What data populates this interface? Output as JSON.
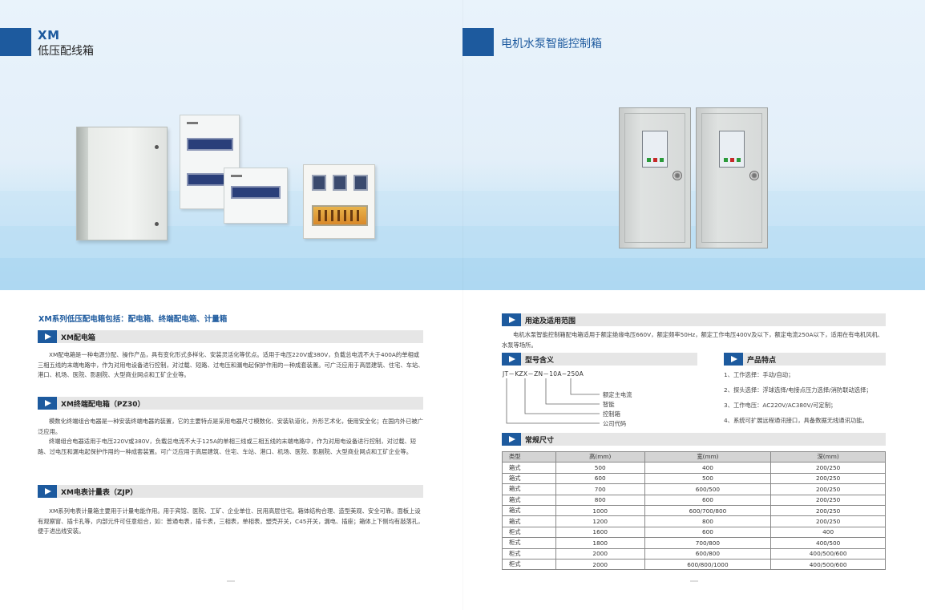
{
  "left": {
    "code": "XM",
    "title": "低压配线箱",
    "heading": "XM系列低压配电箱包括：配电箱、终端配电箱、计量箱",
    "sections": [
      {
        "label": "XM配电箱",
        "paragraphs": [
          "XM配电箱是一种电源分配、操作产品，具有变化形式多样化、安装灵活化等优点。适用于电压220V或380V，负载总电流不大于400A的单相或三相五线的末端电路中，作为对用电设备进行控制，对过载、短路、过电压和漏电起保护作用的一种成套装置。可广泛应用于高层建筑、住宅、车站、港口、机场、医院、影剧院、大型商业网点和工矿企业等。"
        ]
      },
      {
        "label": "XM终端配电箱（PZ30）",
        "paragraphs": [
          "模数化终端组合电器是一种安装终端电器的装置，它的主要特点是采用电器尺寸模数化、安装轨道化，外形艺术化，使用安全化；在国内外已被广泛应用。",
          "终端组合电器适用于电压220V或380V，负载总电流不大于125A的单相三线或三相五线的末端电路中，作为对用电设备进行控制，对过载、短路、过电压和漏电起保护作用的一种成套装置。可广泛应用于高层建筑、住宅、车站、港口、机场、医院、影剧院、大型商业网点和工矿企业等。"
        ]
      },
      {
        "label": "XM电表计量表（ZJP）",
        "paragraphs": [
          "XM系列电表计量箱主要用于计量电能作用。用于宾馆、医院、工矿、企业单位、民用高层住宅。箱体结构合理、造型美观、安全可靠。面板上设有观察窗、插卡孔等，内部元件可任意组合，如：普通电表，插卡表，三相表，单相表，塑壳开关，C45开关，漏电、插座；箱体上下侧均有敲落孔，便于进出线安装。"
        ]
      }
    ]
  },
  "right": {
    "title": "电机水泵智能控制箱",
    "usage": {
      "label": "用途及适用范围",
      "text": "电机水泵智能控制箱配电箱适用于额定绝缘电压660V，额定频率50Hz，额定工作电压400V及以下，额定电流250A以下，适用在有电机风机、水泵等场所。"
    },
    "model": {
      "label": "型号含义",
      "code": "JT－KZX－ZN－10A~250A",
      "legend": [
        "额定主电流",
        "智能",
        "控制箱",
        "公司代码"
      ]
    },
    "features": {
      "label": "产品特点",
      "items": [
        "1、工作选择：手动/自动；",
        "2、探头选择：浮球选择/电接点压力选择/消防联动选择；",
        "3、工作电压：AC220V/AC380V/可定制；",
        "4、系统可扩展远程通讯接口，具备数据无线通讯功能。"
      ]
    },
    "dimensions": {
      "label": "常规尺寸",
      "headers": [
        "类型",
        "高(mm)",
        "宽(mm)",
        "深(mm)"
      ],
      "rows": [
        [
          "箱式",
          "500",
          "400",
          "200/250"
        ],
        [
          "箱式",
          "600",
          "500",
          "200/250"
        ],
        [
          "箱式",
          "700",
          "600/500",
          "200/250"
        ],
        [
          "箱式",
          "800",
          "600",
          "200/250"
        ],
        [
          "箱式",
          "1000",
          "600/700/800",
          "200/250"
        ],
        [
          "箱式",
          "1200",
          "800",
          "200/250"
        ],
        [
          "柜式",
          "1600",
          "600",
          "400"
        ],
        [
          "柜式",
          "1800",
          "700/800",
          "400/500"
        ],
        [
          "柜式",
          "2000",
          "600/800",
          "400/500/600"
        ],
        [
          "柜式",
          "2000",
          "600/800/1000",
          "400/500/600"
        ]
      ]
    }
  },
  "colors": {
    "accent": "#1d5a9e",
    "section_bar": "#e6e6e6",
    "table_header": "#d4d4d4"
  },
  "icons": {
    "section_marker": "play-arrow-icon"
  }
}
